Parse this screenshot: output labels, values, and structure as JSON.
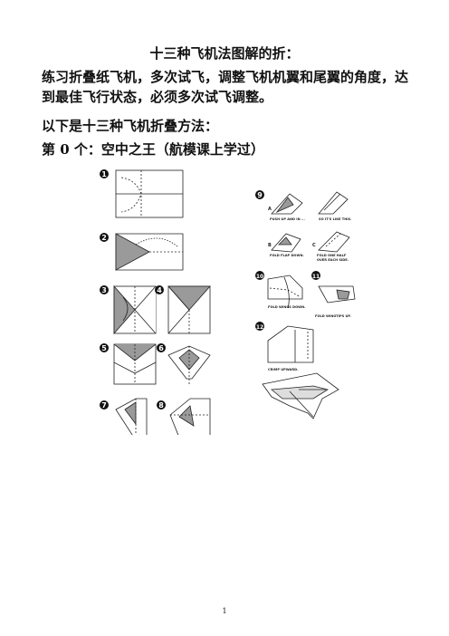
{
  "document": {
    "title": "十三种飞机法图解的折：",
    "intro": "练习折叠纸飞机，多次试飞，调整飞机机翼和尾翼的角度，达到最佳飞行状态，必须多次试飞调整。",
    "methods_heading": "以下是十三种飞机折叠方法：",
    "section_heading": "第 0 个：空中之王（航模课上学过）",
    "page_number": "1"
  },
  "diagram": {
    "step_numbers": [
      "1",
      "2",
      "3",
      "4",
      "5",
      "6",
      "7",
      "8",
      "9",
      "10",
      "11",
      "12"
    ],
    "labels": {
      "push_up": "PUSH UP AND IN ...",
      "like_this": "SO IT'S LIKE THIS.",
      "fold_flap": "FOLD FLAP DOWN.",
      "fold_half": "FOLD ONE HALF",
      "over_side": "OVER EACH SIDE.",
      "fold_wings": "FOLD WINGS DOWN.",
      "wingtips": "FOLD WINGTIPS UP.",
      "crimp": "CRIMP UPWARD."
    },
    "sub_labels": [
      "A",
      "B",
      "C"
    ]
  },
  "colors": {
    "paper_shade": "#9a9a9a",
    "line": "#222222"
  }
}
